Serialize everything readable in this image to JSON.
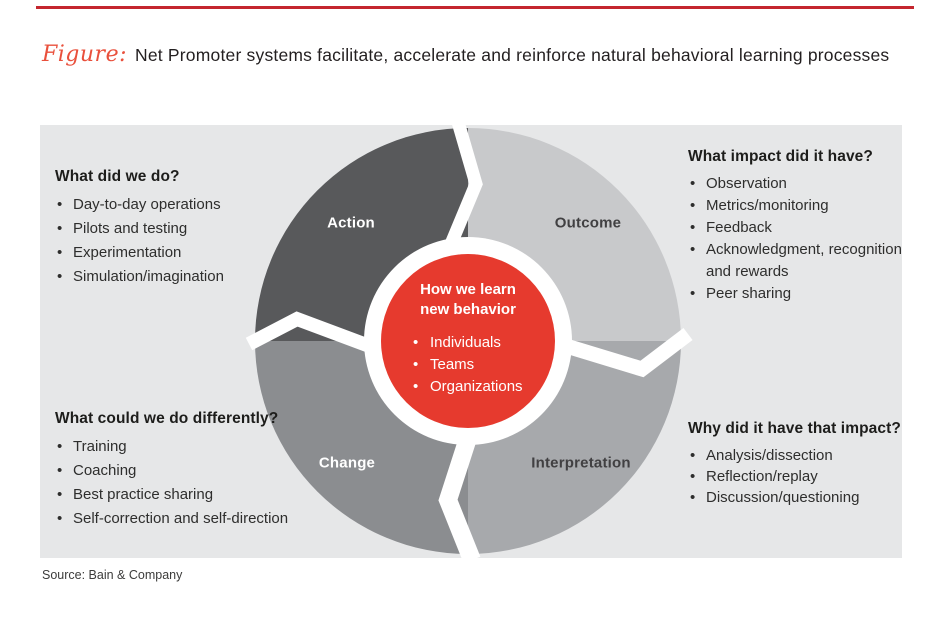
{
  "title": {
    "figure_label": "Figure:",
    "text": "Net Promoter systems facilitate, accelerate and reinforce natural behavioral learning processes"
  },
  "diagram": {
    "center": {
      "heading_line1": "How we learn",
      "heading_line2": "new behavior",
      "bullets": [
        "Individuals",
        "Teams",
        "Organizations"
      ]
    },
    "quadrants": [
      {
        "id": "action",
        "label": "Action",
        "color": "#58595b",
        "label_color": "#ffffff"
      },
      {
        "id": "outcome",
        "label": "Outcome",
        "color": "#c8c9cb",
        "label_color": "#414042"
      },
      {
        "id": "interpretation",
        "label": "Interpretation",
        "color": "#a7a9ac",
        "label_color": "#414042"
      },
      {
        "id": "change",
        "label": "Change",
        "color": "#8b8d90",
        "label_color": "#ffffff"
      }
    ],
    "callouts": {
      "top_left": {
        "heading": "What did we do?",
        "items": [
          "Day-to-day operations",
          "Pilots and testing",
          "Experimentation",
          "Simulation/imagination"
        ]
      },
      "top_right": {
        "heading": "What impact did it have?",
        "items": [
          "Observation",
          "Metrics/monitoring",
          "Feedback",
          "Acknowledgment, recognition and rewards",
          "Peer sharing"
        ]
      },
      "bottom_left": {
        "heading": "What could we do differently?",
        "items": [
          "Training",
          "Coaching",
          "Best practice sharing",
          "Self-correction and self-direction"
        ]
      },
      "bottom_right": {
        "heading": "Why did it have that impact?",
        "items": [
          "Analysis/dissection",
          "Reflection/replay",
          "Discussion/questioning"
        ]
      }
    },
    "colors": {
      "panel_background": "#e6e7e8",
      "center_red": "#e63a2e",
      "accent_red": "#c4262e",
      "title_script_red": "#e9503c"
    }
  },
  "source": "Source: Bain & Company"
}
